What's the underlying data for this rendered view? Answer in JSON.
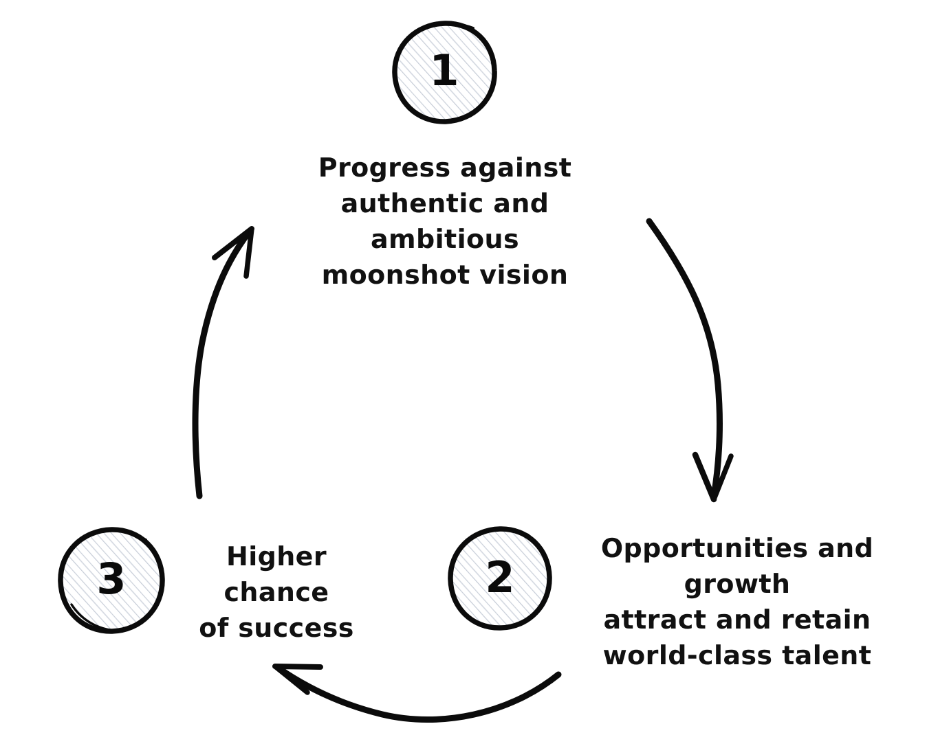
{
  "diagram": {
    "type": "cycle",
    "title_visible": false,
    "background_color": "#ffffff",
    "ink_color": "#111111",
    "hatch_color": "#c6ccd7",
    "steps": [
      {
        "number": "1",
        "label": "Progress against\nauthentic and ambitious\nmoonshot vision",
        "badge_name": "step-badge-1",
        "position": "top-center"
      },
      {
        "number": "2",
        "label": "Opportunities and growth\nattract and retain\nworld-class talent",
        "badge_name": "step-badge-2",
        "position": "bottom-right"
      },
      {
        "number": "3",
        "label": "Higher chance\nof success",
        "badge_name": "step-badge-3",
        "position": "bottom-left"
      }
    ],
    "arrows": [
      {
        "name": "arrow-step1-to-step2",
        "from": "1",
        "to": "2",
        "direction": "down-right"
      },
      {
        "name": "arrow-step2-to-step3",
        "from": "2",
        "to": "3",
        "direction": "left"
      },
      {
        "name": "arrow-step3-to-step1",
        "from": "3",
        "to": "1",
        "direction": "up-right"
      }
    ]
  }
}
